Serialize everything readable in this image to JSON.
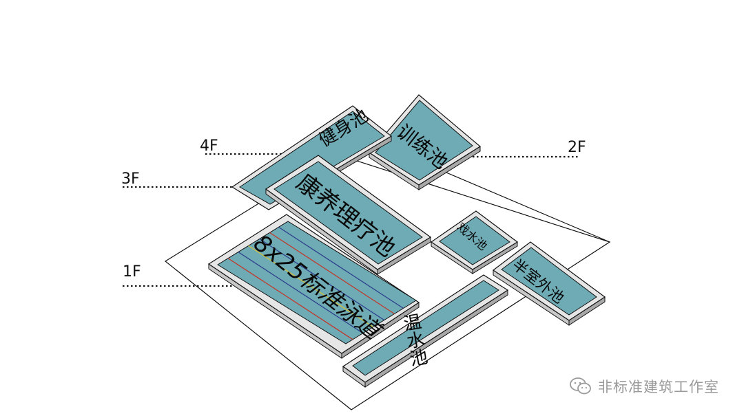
{
  "floors": {
    "f1": "1F",
    "f2": "2F",
    "f3": "3F",
    "f4": "4F"
  },
  "pools": {
    "fitness": "健身池",
    "training": "训练池",
    "recreation_therapy": "康养理疗池",
    "lanes": "8x25标准泳道",
    "play_water": "戏水池",
    "semi_outdoor": "半室外池",
    "warm_water": "温水池"
  },
  "watermark": {
    "text": "非标准建筑工作室",
    "icon": "wechat-icon"
  },
  "colors": {
    "water": "#6fabb5",
    "rim": "#e6e6e6",
    "rim_side": "#a8a8a8",
    "outline": "#111111",
    "lane_red": "#c0392b",
    "lane_blue": "#2c3e8c",
    "lane_yellow": "#d4c238",
    "watermark": "#9a9a9a"
  }
}
